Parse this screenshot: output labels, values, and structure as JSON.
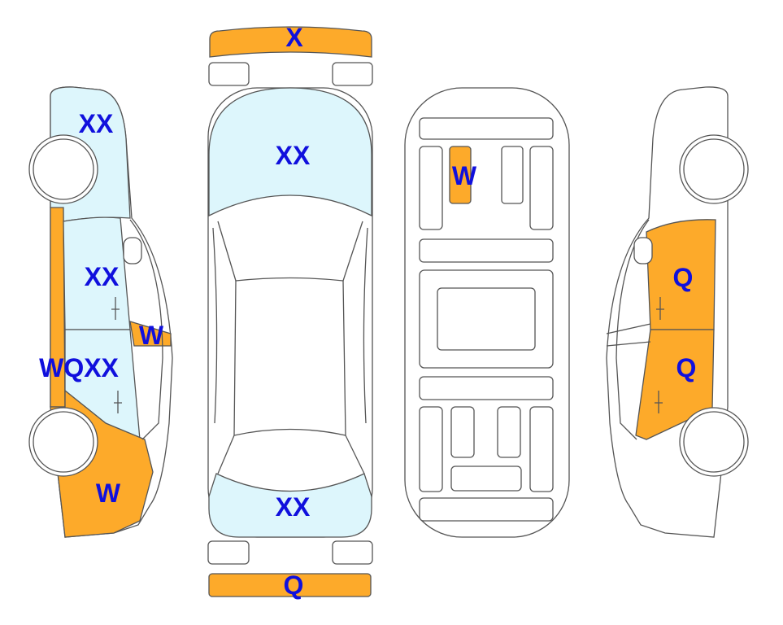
{
  "colors": {
    "damage_orange": "#fdaa2a",
    "damage_blue": "#ddf6fc",
    "label": "#1010dd"
  },
  "labels": {
    "front_bumper": "X",
    "hood": "XX",
    "trunk": "XX",
    "rear_bumper": "Q",
    "underbody_panel": "W",
    "left_front_fender": "XX",
    "left_front_door": "XX",
    "left_mirror_strip": "W",
    "left_rear_door": "WQXX",
    "left_rear_quarter": "W",
    "right_front_door": "Q",
    "right_rear_door": "Q"
  }
}
